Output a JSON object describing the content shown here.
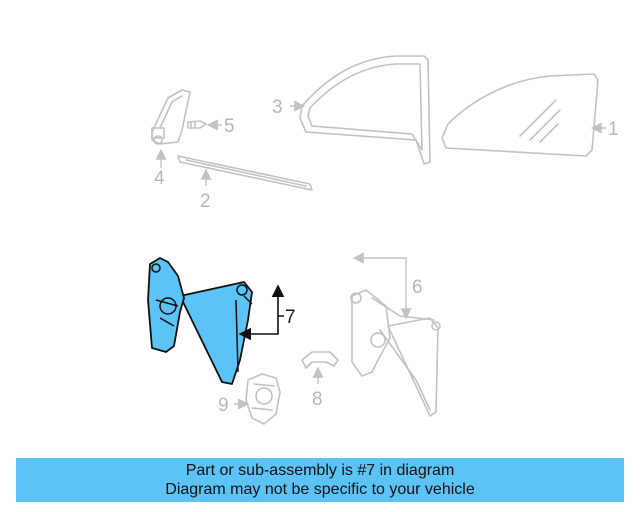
{
  "callouts": {
    "part_1": "1",
    "part_2": "2",
    "part_3": "3",
    "part_4": "4",
    "part_5": "5",
    "part_6": "6",
    "part_7": "7",
    "part_8": "8",
    "part_9": "9"
  },
  "highlighted_part": "7",
  "colors": {
    "highlight": "#5cc3f6",
    "banner": "#5cc3f6",
    "faded_parts": "#c2c2c2"
  },
  "banner": {
    "line1": "Part or sub-assembly is #7 in diagram",
    "line2": "Diagram may not be specific to your vehicle"
  }
}
